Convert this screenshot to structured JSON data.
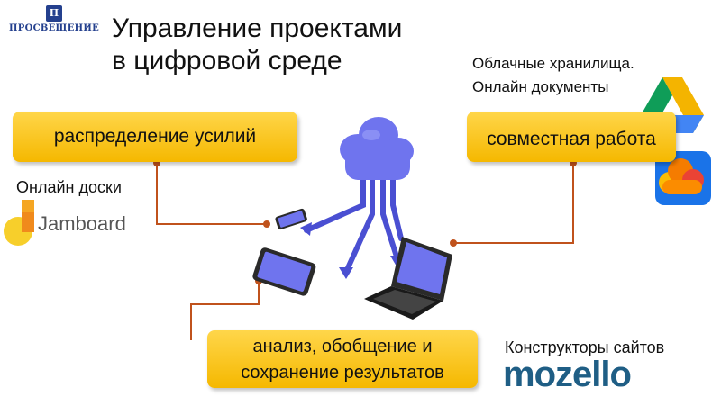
{
  "logo": {
    "mark": "П",
    "text": "ПРОСВЕЩЕНИЕ"
  },
  "title": {
    "line1": "Управление проектами",
    "line2": "в цифровой среде"
  },
  "boxes": {
    "effort": "распределение усилий",
    "collab": "совместная работа",
    "analysis_line1": "анализ, обобщение и",
    "analysis_line2": "сохранение результатов"
  },
  "labels": {
    "boards": "Онлайн доски",
    "cloud_line1": "Облачные хранилища.",
    "cloud_line2": "Онлайн документы",
    "sites": "Конструкторы сайтов"
  },
  "brands": {
    "jamboard": "Jamboard",
    "mozello": "mozello"
  },
  "icons": [
    "cloud-icon",
    "phone-icon",
    "tablet-icon",
    "laptop-icon",
    "jamboard-logo-icon",
    "google-drive-icon",
    "cloud-storage-app-icon"
  ],
  "colors": {
    "box_fill": "#f5b800",
    "connector": "#c0521c",
    "devices": "#5b5fe0",
    "mozello": "#1f5e85",
    "logo": "#24408e"
  }
}
